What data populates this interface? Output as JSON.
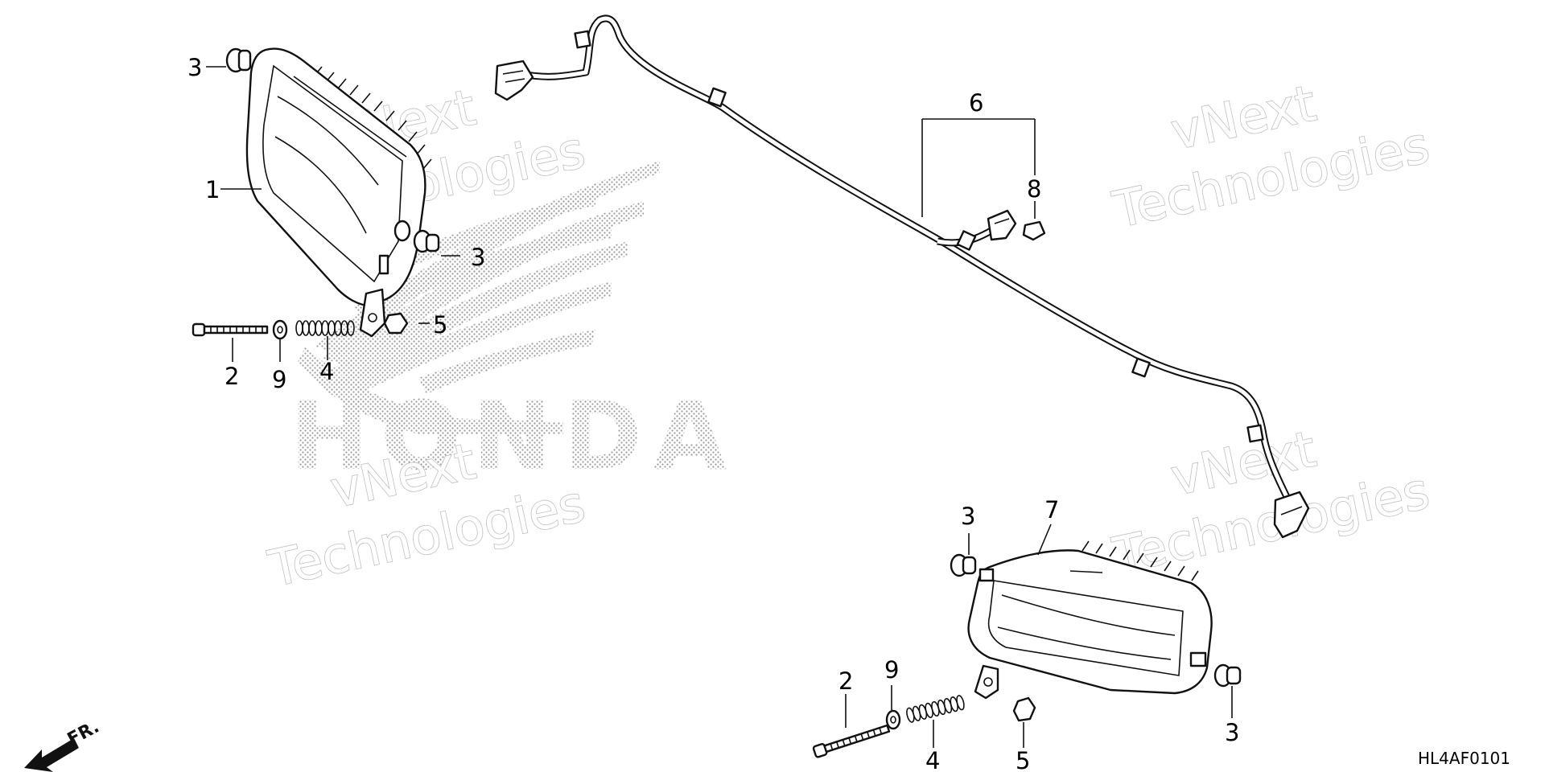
{
  "diagram_code": "HL4AF0101",
  "callouts": {
    "c1": "1",
    "c2a": "2",
    "c2b": "2",
    "c3a": "3",
    "c3b": "3",
    "c3c": "3",
    "c3d": "3",
    "c4a": "4",
    "c4b": "4",
    "c5a": "5",
    "c5b": "5",
    "c6": "6",
    "c7": "7",
    "c8": "8",
    "c9a": "9",
    "c9b": "9"
  },
  "watermark": {
    "line1": "vNext",
    "line2": "Technologies"
  },
  "brand_mark": "HONDA",
  "front_arrow_label": "FR.",
  "colors": {
    "ink": "#111111",
    "background": "#ffffff",
    "watermark_outline": "#b9b9b9",
    "dot_pattern": "#9a9a9a"
  }
}
